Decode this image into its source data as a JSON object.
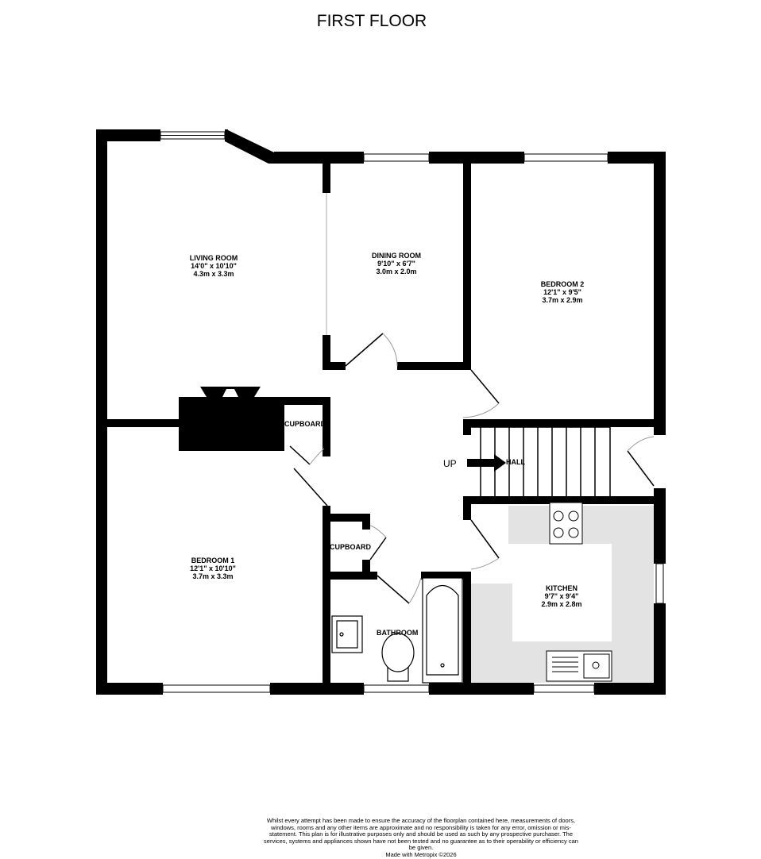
{
  "title": "FIRST FLOOR",
  "rooms": {
    "living": {
      "name": "LIVING ROOM",
      "imperial": "14'0\"  x 10'10\"",
      "metric": "4.3m  x 3.3m"
    },
    "dining": {
      "name": "DINING ROOM",
      "imperial": "9'10\"  x 6'7\"",
      "metric": "3.0m  x 2.0m"
    },
    "bedroom2": {
      "name": "BEDROOM 2",
      "imperial": "12'1\"  x 9'5\"",
      "metric": "3.7m  x 2.9m"
    },
    "bedroom1": {
      "name": "BEDROOM 1",
      "imperial": "12'1\"  x 10'10\"",
      "metric": "3.7m  x 3.3m"
    },
    "kitchen": {
      "name": "KITCHEN",
      "imperial": "9'7\"  x 9'4\"",
      "metric": "2.9m  x 2.8m"
    },
    "bathroom": {
      "name": "BATHROOM"
    },
    "cupboard1": {
      "name": "CUPBOARD"
    },
    "cupboard2": {
      "name": "CUPBOARD"
    },
    "hall": {
      "name": "HALL"
    }
  },
  "stairs_label": "UP",
  "disclaimer": "Whilst every attempt has been made to ensure the accuracy of the floorplan contained here, measurements of doors, windows, rooms and any other items are approximate and no responsibility is taken for any error, omission or mis-statement. This plan is for illustrative purposes only and should be used as such by any prospective purchaser. The services, systems and appliances shown have not been tested and no guarantee as to their operability or efficiency can be given.",
  "credit": "Made with Metropix ©2026",
  "colors": {
    "wall": "#000000",
    "kitchen_floor": "#e3e3e3"
  }
}
